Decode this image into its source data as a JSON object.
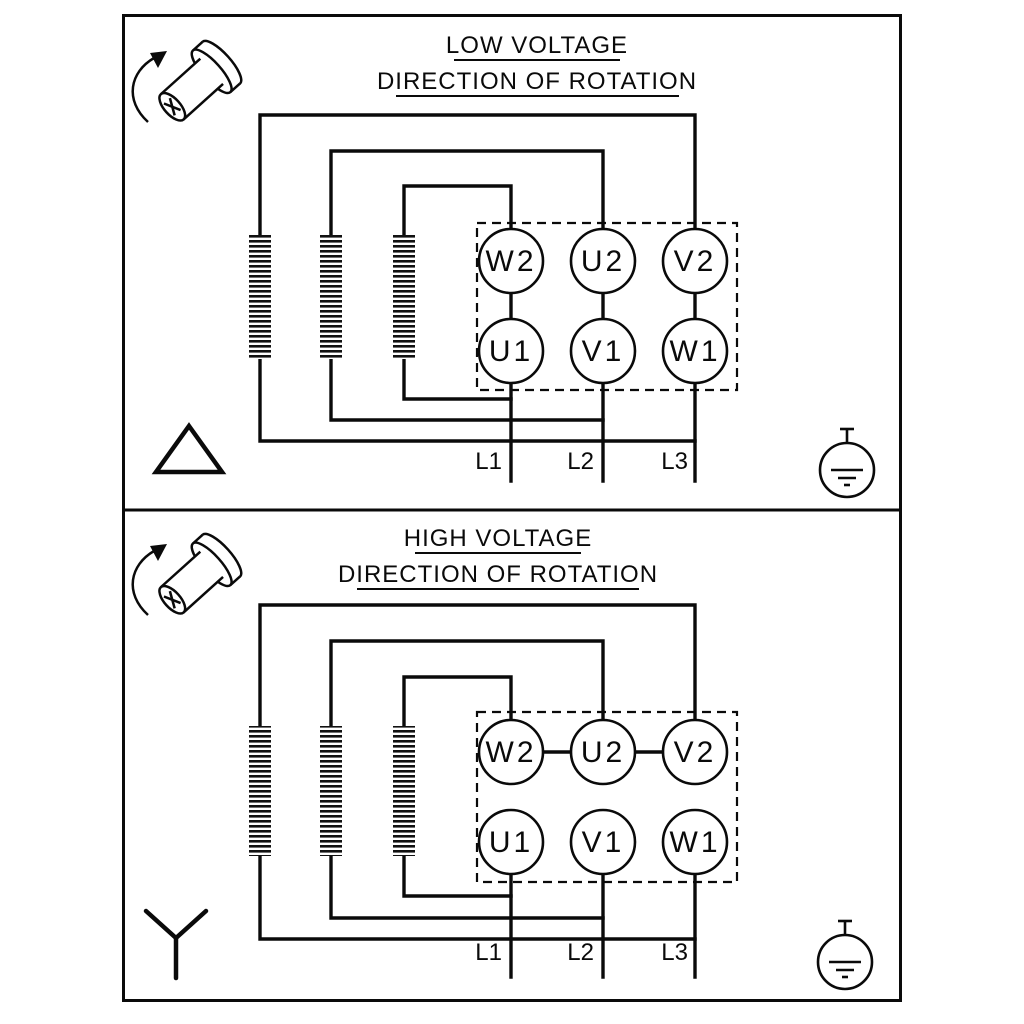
{
  "colors": {
    "line": "#0a0a0a",
    "background": "#ffffff"
  },
  "panels": {
    "low": {
      "title": "LOW VOLTAGE",
      "subtitle": "DIRECTION OF ROTATION",
      "connection": "delta",
      "terminals_top_row": [
        "W2",
        "U2",
        "V2"
      ],
      "terminals_bottom_row": [
        "U1",
        "V1",
        "W1"
      ],
      "supply_lines": [
        "L1",
        "L2",
        "L3"
      ]
    },
    "high": {
      "title": "HIGH VOLTAGE",
      "subtitle": "DIRECTION OF ROTATION",
      "connection": "star",
      "terminals_top_row": [
        "W2",
        "U2",
        "V2"
      ],
      "terminals_bottom_row": [
        "U1",
        "V1",
        "W1"
      ],
      "supply_lines": [
        "L1",
        "L2",
        "L3"
      ]
    }
  }
}
